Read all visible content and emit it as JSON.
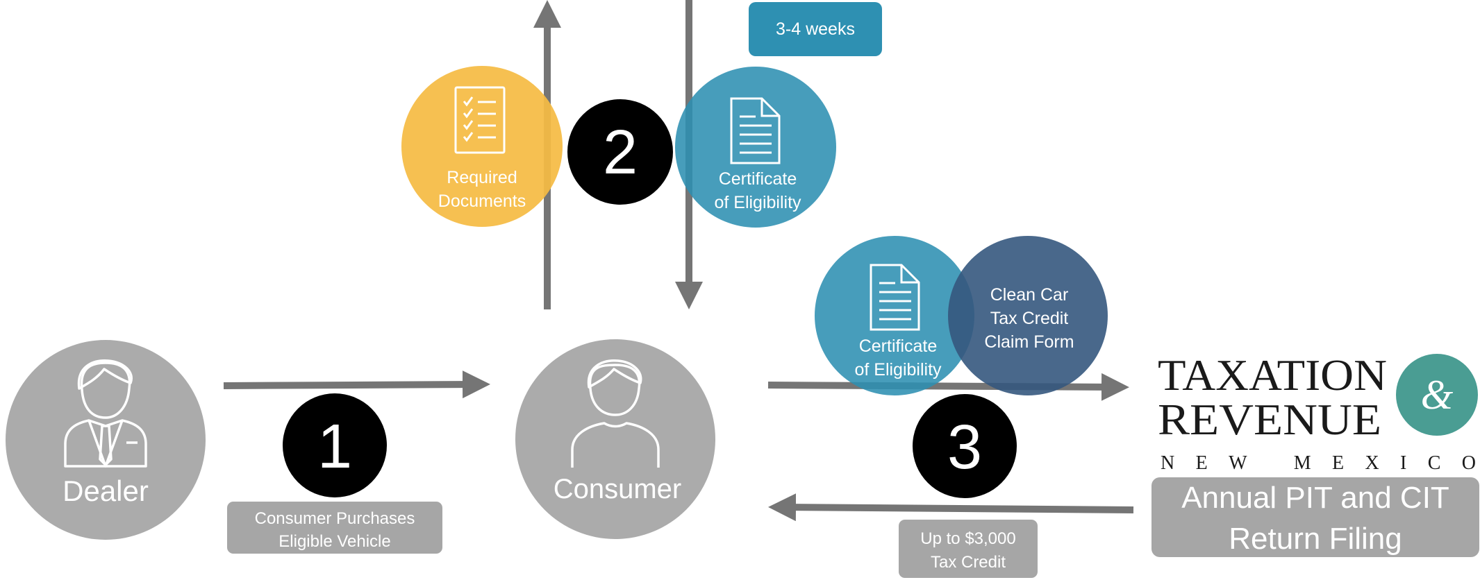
{
  "colors": {
    "gray_circle": "#ababab",
    "gray_arrow": "#757575",
    "gray_box": "#a6a6a6",
    "orange": "#f5bb44",
    "teal": "#2e90b2",
    "navy": "#35587e",
    "brand_teal": "#4a9d93",
    "black": "#000000",
    "white": "#ffffff"
  },
  "step1": {
    "number": "1",
    "label_line1": "Consumer Purchases",
    "label_line2": "Eligible Vehicle"
  },
  "step2": {
    "number": "2",
    "timing": "3-4 weeks",
    "required_line1": "Required",
    "required_line2": "Documents",
    "certificate_line1": "Certificate",
    "certificate_line2": "of Eligibility"
  },
  "step3": {
    "number": "3",
    "certificate_line1": "Certificate",
    "certificate_line2": "of Eligibility",
    "claim_line1": "Clean Car",
    "claim_line2": "Tax Credit",
    "claim_line3": "Claim Form",
    "credit_line1": "Up to $3,000",
    "credit_line2": "Tax Credit"
  },
  "dealer": {
    "label": "Dealer",
    "icon": "dealer-person-icon"
  },
  "consumer": {
    "label": "Consumer",
    "icon": "consumer-person-icon"
  },
  "logo": {
    "line1": "TAXATION",
    "line2": "REVENUE",
    "ampersand": "&",
    "state": "NEW MEXICO"
  },
  "filing": {
    "line1": "Annual PIT and CIT",
    "line2": "Return Filing"
  }
}
